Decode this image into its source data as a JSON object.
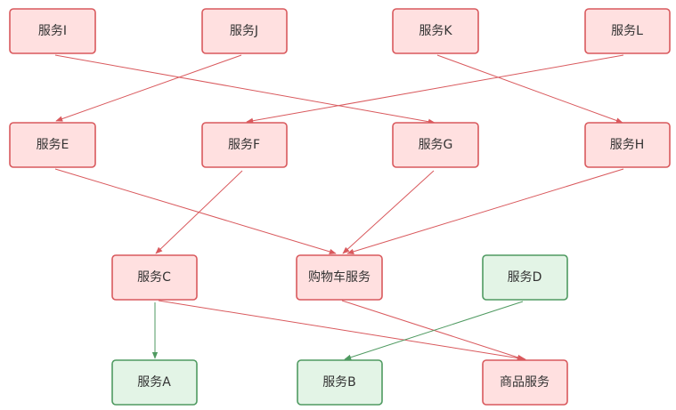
{
  "diagram": {
    "colors": {
      "red_fill": "#ffe0e0",
      "red_stroke": "#d9595d",
      "green_fill": "#e3f4e6",
      "green_stroke": "#4f9a61"
    },
    "nodes": {
      "service_i": {
        "label": "服务I",
        "color": "red"
      },
      "service_j": {
        "label": "服务J",
        "color": "red"
      },
      "service_k": {
        "label": "服务K",
        "color": "red"
      },
      "service_l": {
        "label": "服务L",
        "color": "red"
      },
      "service_e": {
        "label": "服务E",
        "color": "red"
      },
      "service_f": {
        "label": "服务F",
        "color": "red"
      },
      "service_g": {
        "label": "服务G",
        "color": "red"
      },
      "service_h": {
        "label": "服务H",
        "color": "red"
      },
      "service_c": {
        "label": "服务C",
        "color": "red"
      },
      "cart_service": {
        "label": "购物车服务",
        "color": "red"
      },
      "service_d": {
        "label": "服务D",
        "color": "green"
      },
      "service_a": {
        "label": "服务A",
        "color": "green"
      },
      "service_b": {
        "label": "服务B",
        "color": "green"
      },
      "product_service": {
        "label": "商品服务",
        "color": "red"
      }
    },
    "edges": [
      {
        "from": "service_i",
        "to": "service_g",
        "color": "red"
      },
      {
        "from": "service_j",
        "to": "service_e",
        "color": "red"
      },
      {
        "from": "service_k",
        "to": "service_h",
        "color": "red"
      },
      {
        "from": "service_l",
        "to": "service_f",
        "color": "red"
      },
      {
        "from": "service_e",
        "to": "cart_service",
        "color": "red"
      },
      {
        "from": "service_f",
        "to": "service_c",
        "color": "red"
      },
      {
        "from": "service_g",
        "to": "cart_service",
        "color": "red"
      },
      {
        "from": "service_h",
        "to": "cart_service",
        "color": "red"
      },
      {
        "from": "service_c",
        "to": "service_a",
        "color": "green"
      },
      {
        "from": "service_c",
        "to": "product_service",
        "color": "red"
      },
      {
        "from": "cart_service",
        "to": "product_service",
        "color": "red"
      },
      {
        "from": "service_d",
        "to": "service_b",
        "color": "green"
      }
    ]
  }
}
